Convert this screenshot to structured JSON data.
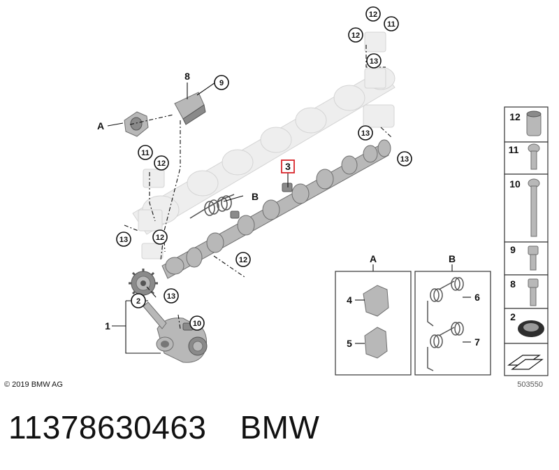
{
  "callouts": {
    "c12a": "12",
    "c11a": "11",
    "c12b": "12",
    "c13a": "13",
    "c8": "8",
    "c9": "9",
    "cA": "A",
    "c13b": "13",
    "c13c": "13",
    "c11b": "11",
    "c12c": "12",
    "c3": "3",
    "cB": "B",
    "c13d": "13",
    "c12d": "12",
    "c12e": "12",
    "c13e": "13",
    "c2": "2",
    "c1": "1",
    "c10": "10"
  },
  "detail_boxes": {
    "A": {
      "title": "A",
      "item_top": "4",
      "item_bottom": "5"
    },
    "B": {
      "title": "B",
      "item_top": "6",
      "item_bottom": "7"
    }
  },
  "legend_items": [
    "12",
    "11",
    "10",
    "9",
    "8",
    "2"
  ],
  "copyright": "© 2019 BMW AG",
  "diagram_id": "503550",
  "part_number": "11378630463",
  "brand": "BMW",
  "colors": {
    "highlight": "#d9262c",
    "ink": "#111111",
    "ghost": "#eeeeee"
  }
}
